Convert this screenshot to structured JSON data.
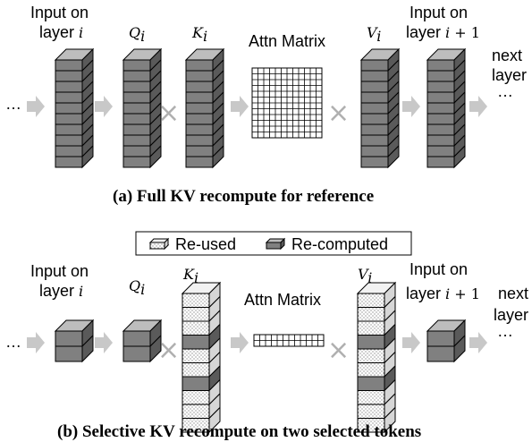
{
  "panel_a": {
    "input_label_1": "Input on",
    "input_label_2": "layer ",
    "input_var": "i",
    "q_label": "Q",
    "q_sub": "i",
    "k_label": "K",
    "k_sub": "i",
    "attn_label": "Attn Matrix",
    "v_label": "V",
    "v_sub": "i",
    "next_input_label_1": "Input on",
    "next_input_label_2": "layer ",
    "next_input_var": "i",
    "next_input_plus": " + 1",
    "next_label_1": "next",
    "next_label_2": "layer",
    "ellipsis_left": "…",
    "ellipsis_right": "…",
    "op_times": "×",
    "caption": "(a) Full KV recompute for reference",
    "rows_per_block": 10,
    "attn_grid": [
      12,
      12
    ]
  },
  "panel_b": {
    "legend_reused": "Re-used",
    "legend_recomputed": "Re-computed",
    "input_label_1": "Input on",
    "input_label_2": "layer ",
    "input_var": "i",
    "q_label": "Q",
    "q_sub": "i",
    "k_label": "K",
    "k_sub": "i",
    "attn_label": "Attn Matrix",
    "v_label": "V",
    "v_sub": "i",
    "next_input_label_1": "Input on",
    "next_input_label_2": "layer ",
    "next_input_var": "i",
    "next_input_plus": " + 1",
    "next_label_1": "next",
    "next_label_2": "layer",
    "ellipsis_left": "…",
    "ellipsis_right": "…",
    "op_times": "×",
    "caption": "(b) Selective KV recompute on two selected tokens",
    "selected_rows": [
      3,
      6
    ],
    "attn_grid": [
      2,
      12
    ]
  },
  "colors": {
    "block_fill": "#808080",
    "block_top": "#bdbdbd",
    "block_side": "#5a5a5a",
    "arrow": "#c8c8c8",
    "times": "#b0b0b0"
  }
}
